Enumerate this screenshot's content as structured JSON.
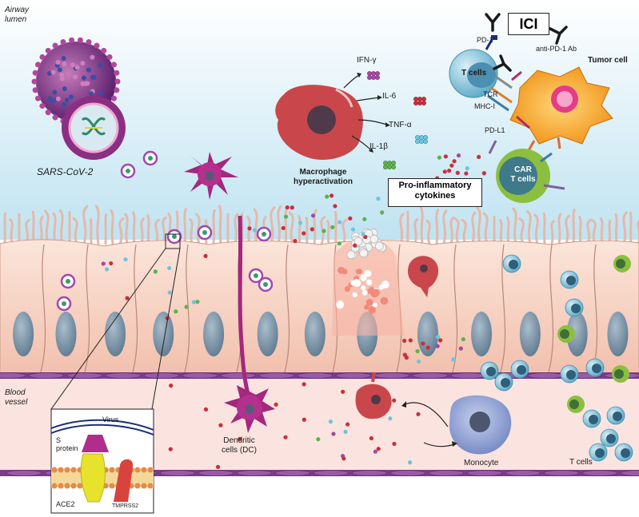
{
  "regions": {
    "airway_lumen": "Airway\nlumen",
    "blood_vessel": "Blood\nvessel"
  },
  "virus": {
    "label": "SARS-CoV-2"
  },
  "macrophage": {
    "label": "Macrophage\nhyperactivation",
    "cytokines": [
      "IFN-γ",
      "IL-6",
      "TNF-α",
      "IL-1β"
    ]
  },
  "pro_inflammatory_box": "Pro-inflammatory\ncytokines",
  "immunotherapy": {
    "ici_box": "ICI",
    "pd1": "PD-1",
    "anti_pd1": "anti-PD-1 Ab",
    "t_cells": "T cells",
    "tumor_cell": "Tumor cell",
    "tcr": "TCR",
    "mhc": "MHC-I",
    "pdl1": "PD-L1",
    "car_t": "CAR\nT cells"
  },
  "blood": {
    "dendritic": "Dendritic\ncells (DC)",
    "monocyte": "Monocyte",
    "t_cells": "T cells"
  },
  "inset": {
    "virus": "Virus",
    "s_protein": "S\nprotein",
    "ace2": "ACE2",
    "tmprss2": "TMPRSS2"
  },
  "colors": {
    "lumen_top": "#ffffff",
    "lumen_bottom": "#bfe3f1",
    "epithelium": "#f6d3c2",
    "nucleus": "#7f98ac",
    "blood": "#fbe4df",
    "membrane": "#8d3c9a",
    "macrophage": "#c9474a",
    "dendritic": "#a3287e",
    "tumor": "#f29c1f",
    "t_cell": "#8fc9e0",
    "car_t": "#8cbf3f",
    "monocyte": "#8c9fd2"
  }
}
